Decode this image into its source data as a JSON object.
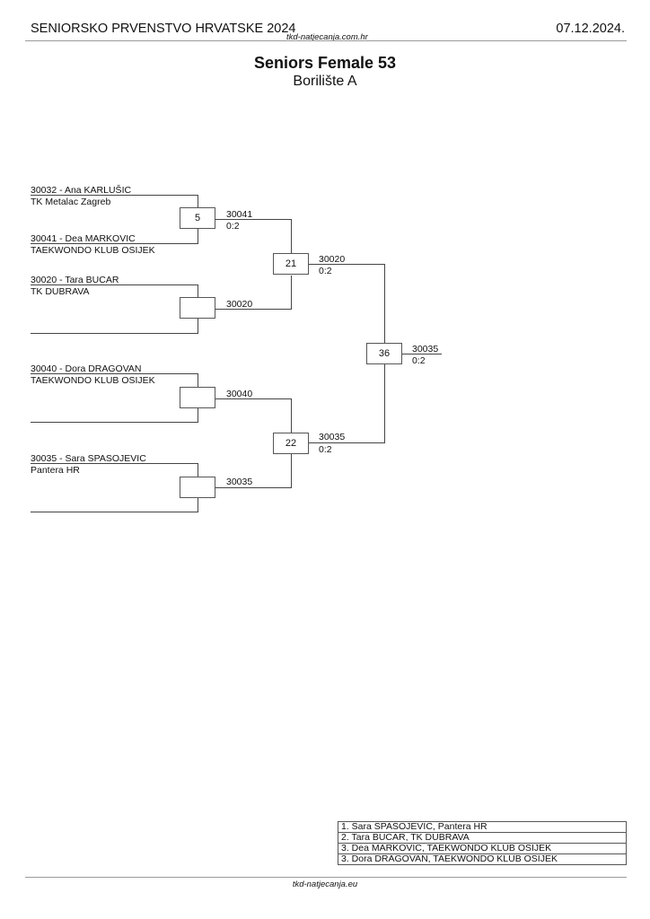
{
  "header": {
    "event": "SENIORSKO PRVENSTVO HRVATSKE 2024",
    "date": "07.12.2024.",
    "site": "tkd-natjecanja.com.hr"
  },
  "title": "Seniors Female 53",
  "subtitle": "Borilište A",
  "entrants": [
    {
      "name": "30032 - Ana KARLUŠIC",
      "club": "TK Metalac Zagreb"
    },
    {
      "name": "30041 - Dea MARKOVIC",
      "club": "TAEKWONDO KLUB OSIJEK"
    },
    {
      "name": "30020 - Tara BUCAR",
      "club": "TK DUBRAVA"
    },
    {
      "name": "30040 - Dora DRAGOVAN",
      "club": "TAEKWONDO KLUB OSIJEK"
    },
    {
      "name": "30035 - Sara SPASOJEVIC",
      "club": "Pantera HR"
    }
  ],
  "matches": {
    "m5": {
      "number": "5",
      "winner": "30041",
      "score": "0:2"
    },
    "m_b1": {
      "winner": "30020"
    },
    "m_b2": {
      "winner": "30040"
    },
    "m_b3": {
      "winner": "30035"
    },
    "m21": {
      "number": "21",
      "winner": "30020",
      "score": "0:2"
    },
    "m22": {
      "number": "22",
      "winner": "30035",
      "score": "0:2"
    },
    "m36": {
      "number": "36",
      "winner": "30035",
      "score": "0:2"
    }
  },
  "results": [
    "1. Sara SPASOJEVIC, Pantera HR",
    "2. Tara BUCAR, TK DUBRAVA",
    "3. Dea MARKOVIC, TAEKWONDO KLUB OSIJEK",
    "3. Dora DRAGOVAN, TAEKWONDO KLUB OSIJEK"
  ],
  "footer": {
    "site": "tkd-natjecanja.eu"
  }
}
